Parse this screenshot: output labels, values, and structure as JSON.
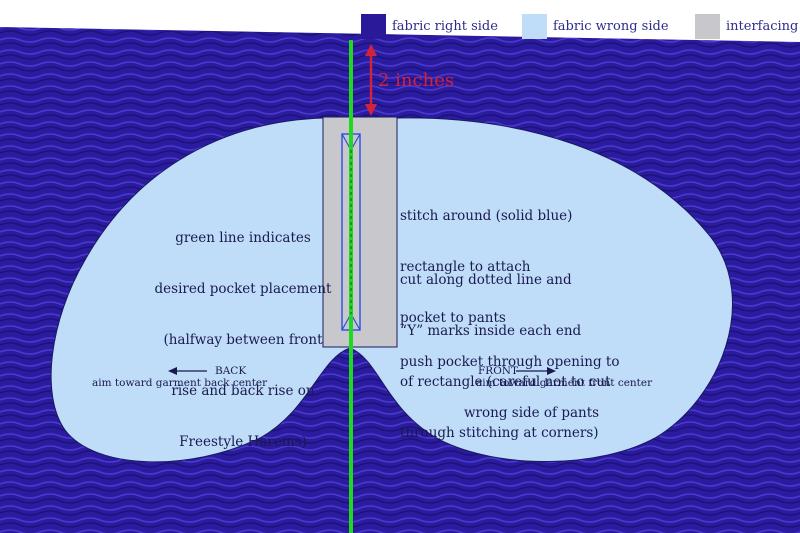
{
  "legend": [
    {
      "label": "fabric right side",
      "color": "#2a1a9a"
    },
    {
      "label": "fabric wrong side",
      "color": "#bfdcf8"
    },
    {
      "label": "interfacing",
      "color": "#c8c8cc"
    }
  ],
  "measurement": {
    "label": "2 inches",
    "color": "#d3233b"
  },
  "placement_line": {
    "color": "#1fd81f"
  },
  "stitch_outline": {
    "color": "#2b4fe0"
  },
  "notes": {
    "left": [
      "green line indicates",
      "desired pocket placement",
      "(halfway between front",
      "rise and back rise on",
      "Freestyle Harems)"
    ],
    "stitch": [
      "stitch around (solid blue)",
      "rectangle to attach",
      "pocket to pants"
    ],
    "cut": [
      "cut along dotted line and",
      "“Y” marks inside each end",
      "of rectangle (careful not to cut",
      "through stitching at corners)"
    ],
    "push": [
      "push pocket through opening to",
      "wrong side of pants"
    ]
  },
  "directions": {
    "back": {
      "title": "BACK",
      "subtitle": "aim toward garment back center"
    },
    "front": {
      "title": "FRONT",
      "subtitle": "aim toward garment front center"
    }
  }
}
